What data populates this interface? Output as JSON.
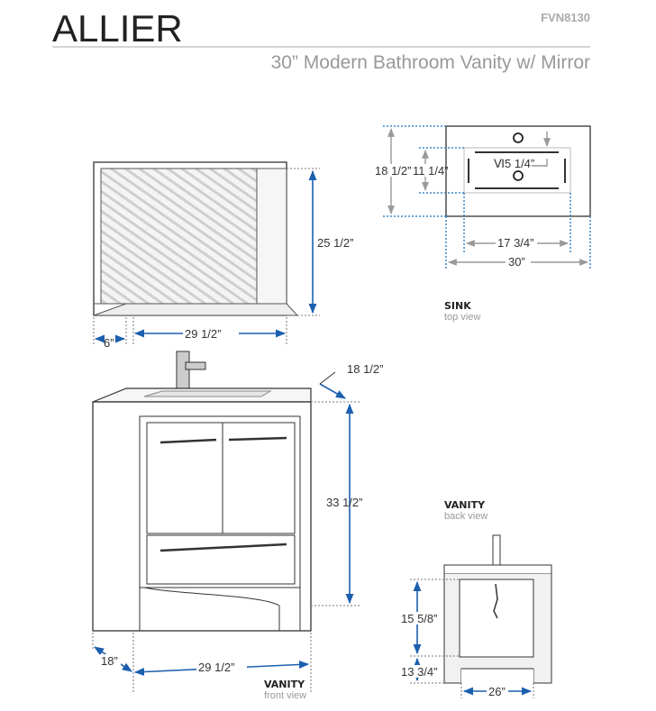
{
  "header": {
    "title": "ALLIER",
    "model": "FVN8130",
    "subtitle": "30” Modern  Bathroom Vanity w/ Mirror"
  },
  "colors": {
    "accent": "#1c5fae",
    "dimension_gray": "#999999",
    "dotted_blue": "#3a86c8"
  },
  "mirror": {
    "height": "25 1/2”",
    "width": "29 1/2”",
    "depth": "6”"
  },
  "sink": {
    "label": "SINK",
    "view": "top view",
    "depth": "18 1/2”",
    "basin_depth": "11 1/4”",
    "basin_height": "Ⅵ5 1/4”",
    "basin_width": "17 3/4”",
    "width": "30”"
  },
  "vanity_front": {
    "label": "VANITY",
    "view": "front view",
    "top_depth": "18 1/2”",
    "height": "33 1/2”",
    "depth": "18”",
    "width": "29 1/2”"
  },
  "vanity_back": {
    "label": "VANITY",
    "view": "back view",
    "opening_height": "15 5/8”",
    "base_height": "13 3/4”",
    "opening_width": "26”"
  }
}
